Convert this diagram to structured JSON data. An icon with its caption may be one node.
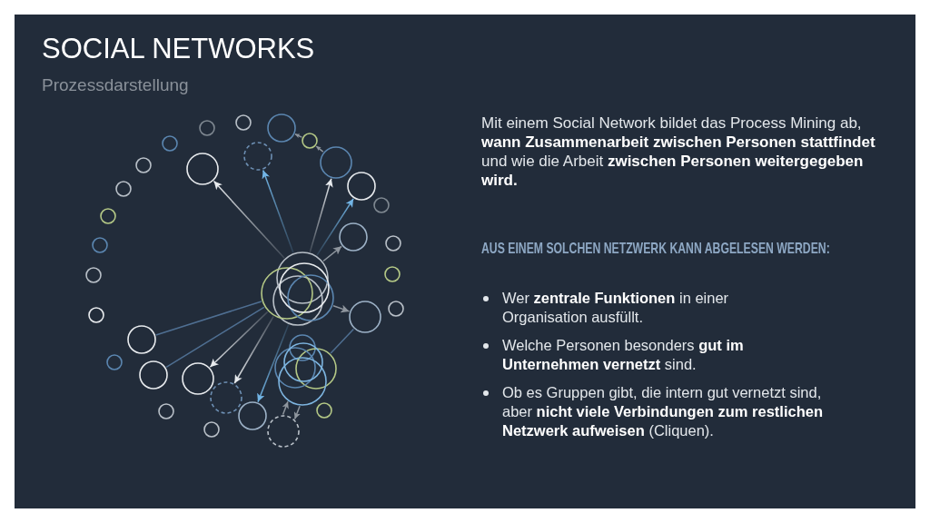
{
  "diagram": {
    "title": "SOCIAL NETWORKS",
    "nodes": [
      {
        "text": [],
        "shape": "circle"
      },
      {
        "text": [],
        "shape": "circle"
      },
      {
        "text": [],
        "shape": "circle"
      },
      {
        "text": [],
        "shape": "circle"
      },
      {
        "text": [],
        "shape": "circle"
      },
      {
        "text": [],
        "shape": "circle"
      },
      {
        "text": [],
        "shape": "circle"
      },
      {
        "text": [],
        "shape": "circle"
      },
      {
        "text": [],
        "shape": "circle"
      },
      {
        "text": [],
        "shape": "circle"
      },
      {
        "text": [],
        "shape": "circle"
      },
      {
        "text": [],
        "shape": "circle"
      },
      {
        "text": [],
        "shape": "circle"
      },
      {
        "text": [],
        "shape": "circle"
      },
      {
        "text": [],
        "shape": "circle"
      },
      {
        "text": [],
        "shape": "circle"
      },
      {
        "text": [],
        "shape": "circle"
      },
      {
        "text": [],
        "shape": "circle"
      },
      {
        "text": [],
        "shape": "circle"
      },
      {
        "text": [],
        "shape": "circle"
      },
      {
        "text": [],
        "shape": "circle"
      },
      {
        "text": [],
        "shape": "circle"
      },
      {
        "text": [],
        "shape": "circle"
      },
      {
        "text": [],
        "shape": "circle"
      },
      {
        "text": [],
        "shape": "circle"
      },
      {
        "text": [],
        "shape": "circle"
      },
      {
        "text": [],
        "shape": "circle"
      },
      {
        "text": [],
        "shape": "circle"
      },
      {
        "text": [],
        "shape": "circle"
      },
      {
        "text": [],
        "shape": "circle"
      },
      {
        "text": [],
        "shape": "circle"
      },
      {
        "text": [],
        "shape": "circle"
      },
      {
        "text": [],
        "shape": "circle"
      },
      {
        "text": [],
        "shape": "circle"
      },
      {
        "text": [],
        "shape": "circle"
      },
      {
        "text": [],
        "shape": "circle"
      },
      {
        "text": [],
        "shape": "circle"
      },
      {
        "text": [],
        "shape": "circle"
      },
      {
        "text": [],
        "shape": "circle"
      },
      {
        "text": [],
        "shape": "circle"
      },
      {
        "text": [],
        "shape": "circle"
      }
    ],
    "edges": [
      {
        "from": 18,
        "to": 8,
        "arrow": "to",
        "color": "#e8ebee"
      },
      {
        "from": 18,
        "to": 5,
        "arrow": "to",
        "color": "#72b5e6"
      },
      {
        "from": 18,
        "to": 6,
        "arrow": "to",
        "color": "#e8ebee"
      },
      {
        "from": 18,
        "to": 9,
        "arrow": "to",
        "color": "#72b5e6"
      },
      {
        "from": 18,
        "to": 13,
        "arrow": "to"
      },
      {
        "from": 21,
        "to": 25,
        "arrow": "to"
      },
      {
        "from": 20,
        "to": 26,
        "arrow": "none",
        "color": "#4f6f92"
      },
      {
        "from": 20,
        "to": 33,
        "arrow": "none",
        "color": "#4f6f92"
      },
      {
        "from": 20,
        "to": 34,
        "arrow": "to",
        "color": "#e8ebee"
      },
      {
        "from": 20,
        "to": 35,
        "arrow": "to",
        "color": "#e8ebee"
      },
      {
        "from": 19,
        "to": 38,
        "arrow": "to",
        "color": "#72b5e6"
      },
      {
        "from": 25,
        "to": 28,
        "arrow": "none",
        "color": "#4f6f92"
      },
      {
        "from": 3,
        "to": 2,
        "arrow": "to"
      },
      {
        "from": 6,
        "to": 3,
        "arrow": "to"
      },
      {
        "from": 31,
        "to": 39,
        "arrow": "to"
      },
      {
        "from": 39,
        "to": 31,
        "arrow": "to"
      }
    ],
    "labels": [
      "Prozessdarstellung",
      "Mit einem Social Network bildet das Process Mining ab, **wann Zusammenarbeit zwischen Personen stattfindet** und wie die Arbeit **zwischen Personen weitergegeben wird.**",
      "AUS EINEM SOLCHEN NETZWERK KANN ABGELESEN WERDEN:",
      "Wer **zentrale Funktionen** in einer Organisation ausfüllt.",
      "Welche Personen besonders **gut im Unternehmen vernetzt** sind.",
      "Ob es Gruppen gibt, die intern gut vernetzt sind, aber **nicht viele Verbindungen zum restlichen Netzwerk aufweisen** (Cliquen)."
    ]
  }
}
